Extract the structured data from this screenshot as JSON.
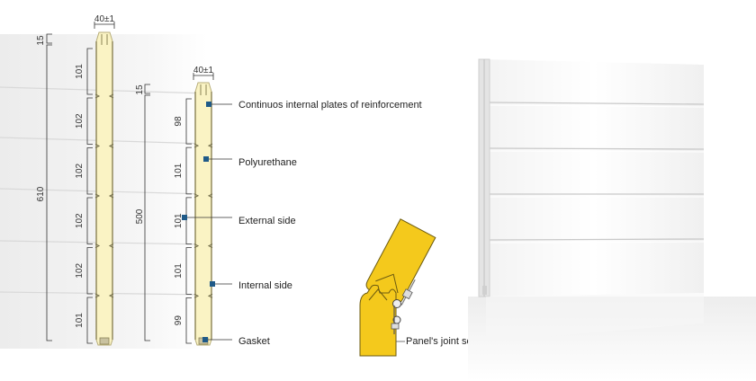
{
  "colors": {
    "foam": "#faf3c4",
    "foam_edge": "#b8ae7a",
    "marker": "#1f5a88",
    "joint_yellow": "#f4c91c",
    "panel_white": "#f2f2f2"
  },
  "left_panel": {
    "width_label": "40±1",
    "top_label": "15",
    "total_height_label": "610",
    "section_labels": [
      "101",
      "102",
      "102",
      "102",
      "102",
      "101"
    ]
  },
  "right_panel": {
    "width_label": "40±1",
    "top_label": "15",
    "total_height_label": "500",
    "section_labels": [
      "98",
      "101",
      "101",
      "101",
      "99"
    ]
  },
  "callouts": [
    {
      "label": "Continuos internal plates of reinforcement",
      "icon": "square-marker"
    },
    {
      "label": "Polyurethane",
      "icon": "square-marker"
    },
    {
      "label": "External side",
      "icon": "square-marker"
    },
    {
      "label": "Internal side",
      "icon": "square-marker"
    },
    {
      "label": "Gasket",
      "icon": "square-marker"
    }
  ],
  "joint": {
    "caption": "Panel's joint section"
  }
}
